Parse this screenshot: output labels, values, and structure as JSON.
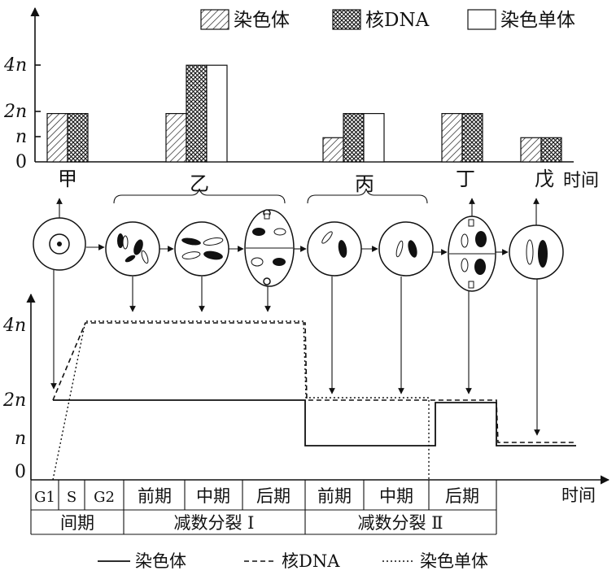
{
  "bar_chart": {
    "legend": [
      {
        "label": "染色体",
        "pattern": "hatch"
      },
      {
        "label": "核DNA",
        "pattern": "crosshatch"
      },
      {
        "label": "染色单体",
        "pattern": "plain"
      }
    ],
    "y_ticks": [
      "4n",
      "2n",
      "n",
      "0"
    ],
    "x_axis_label": "时间",
    "groups": [
      {
        "label": "甲",
        "values": [
          2,
          2,
          0
        ]
      },
      {
        "label": "乙",
        "values": [
          2,
          4,
          4
        ]
      },
      {
        "label": "丙",
        "values": [
          1,
          2,
          2
        ]
      },
      {
        "label": "丁",
        "values": [
          2,
          2,
          0
        ]
      },
      {
        "label": "戊",
        "values": [
          1,
          1,
          0
        ]
      }
    ]
  },
  "line_chart": {
    "y_ticks": [
      "4n",
      "2n",
      "n",
      "0"
    ],
    "x_axis_label": "时间",
    "phases": [
      "G1",
      "S",
      "G2",
      "前期",
      "中期",
      "后期",
      "前期",
      "中期",
      "后期"
    ],
    "stages": [
      "间期",
      "减数分裂 Ⅰ",
      "减数分裂 Ⅱ"
    ],
    "legend": [
      {
        "label": "染色体",
        "style": "solid"
      },
      {
        "label": "核DNA",
        "style": "dashed"
      },
      {
        "label": "染色单体",
        "style": "dotted"
      }
    ]
  }
}
